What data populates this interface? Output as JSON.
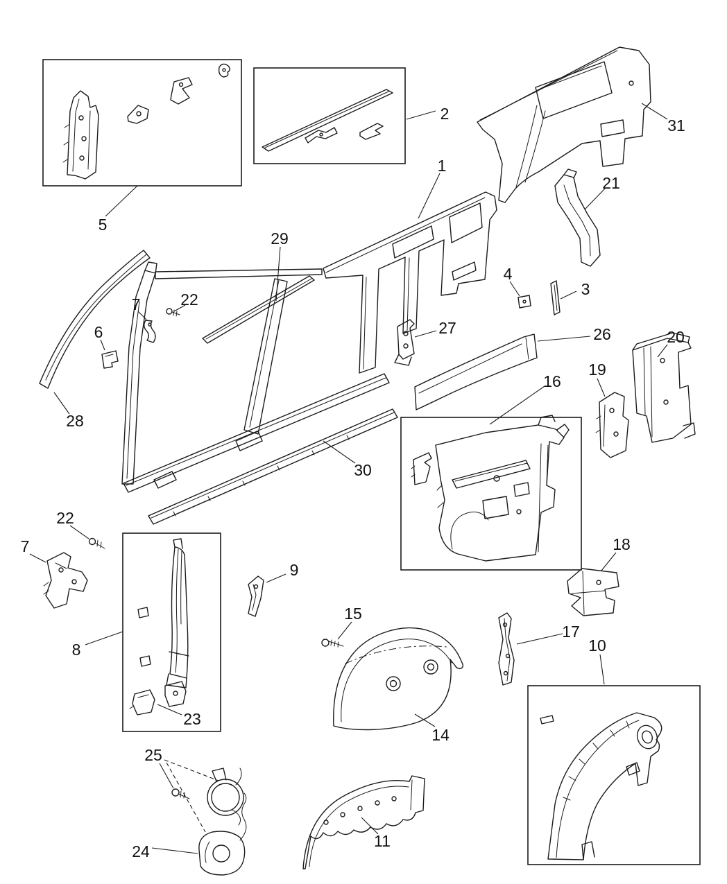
{
  "diagram": {
    "colors": {
      "background": "#ffffff",
      "line": "#1b1b1b",
      "text": "#111111"
    },
    "callouts": {
      "c1": "1",
      "c2": "2",
      "c3": "3",
      "c4": "4",
      "c5": "5",
      "c6": "6",
      "c7_upper": "7",
      "c7_lower": "7",
      "c8": "8",
      "c9": "9",
      "c10": "10",
      "c11": "11",
      "c14": "14",
      "c15": "15",
      "c16": "16",
      "c17": "17",
      "c18": "18",
      "c19": "19",
      "c20": "20",
      "c21": "21",
      "c22_upper": "22",
      "c22_lower": "22",
      "c23": "23",
      "c24": "24",
      "c25": "25",
      "c26": "26",
      "c27": "27",
      "c28": "28",
      "c29": "29",
      "c30": "30",
      "c31": "31"
    }
  }
}
